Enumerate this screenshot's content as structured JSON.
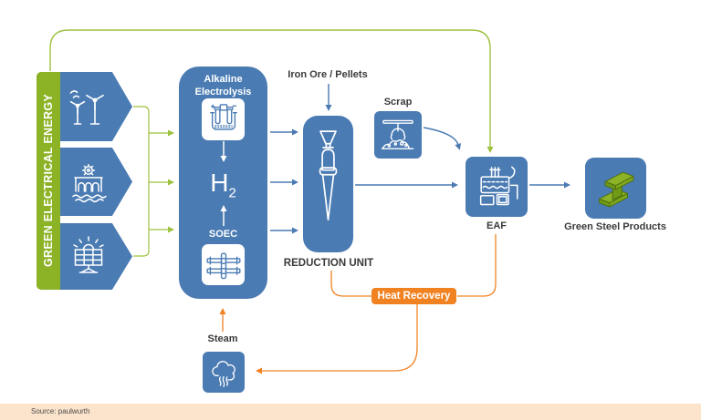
{
  "colors": {
    "energy_green": "#8CB226",
    "loop_green": "#9CC23E",
    "process_blue": "#4A7BB3",
    "heat_orange": "#F08222",
    "footer_bg": "#FCE4CC",
    "label_text": "#3A3A3A"
  },
  "energy": {
    "label": "GREEN ELECTRICAL ENERGY"
  },
  "electrolysis": {
    "alkaline_label": "Alkaline Electrolysis",
    "h2_symbol": "H",
    "h2_subscript": "2",
    "soec_label": "SOEC"
  },
  "flows": {
    "iron_ore_label": "Iron Ore / Pellets",
    "heat_recovery_label": "Heat Recovery",
    "steam_label": "Steam"
  },
  "units": {
    "reduction_label": "REDUCTION UNIT",
    "scrap_label": "Scrap",
    "eaf_label": "EAF",
    "products_label": "Green Steel Products"
  },
  "footer": {
    "source": "Source: paulwurth"
  },
  "icons": [
    "wind-turbines-icon",
    "hydro-power-icon",
    "solar-panel-icon",
    "alkaline-electrolyzer-icon",
    "soec-stack-icon",
    "shaft-furnace-icon",
    "scrap-crane-icon",
    "eaf-furnace-icon",
    "steel-beam-icon",
    "steam-cloud-icon"
  ]
}
